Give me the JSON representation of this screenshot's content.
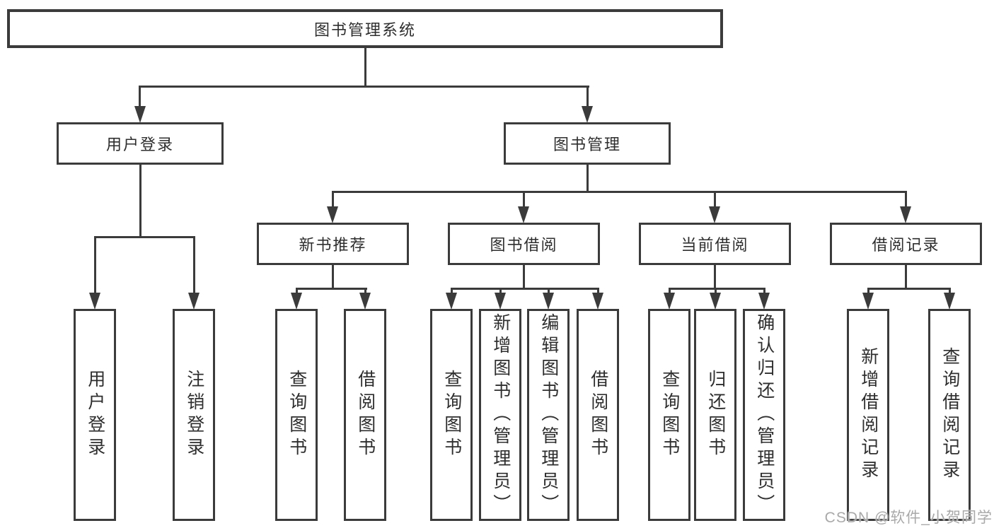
{
  "colors": {
    "line": "#3b3b3b",
    "text": "#2e2e2e",
    "watermark": "#a9a9a9",
    "background": "#ffffff"
  },
  "diagram": {
    "root": {
      "label": "图书管理系统"
    },
    "user_login": {
      "label": "用户登录",
      "children": [
        {
          "label": "用户登录"
        },
        {
          "label": "注销登录"
        }
      ]
    },
    "book_management": {
      "label": "图书管理",
      "groups": [
        {
          "label": "新书推荐",
          "children": [
            {
              "label": "查询图书"
            },
            {
              "label": "借阅图书"
            }
          ]
        },
        {
          "label": "图书借阅",
          "children": [
            {
              "label": "查询图书"
            },
            {
              "label": "新增图书（管理员）"
            },
            {
              "label": "编辑图书（管理员）"
            },
            {
              "label": "借阅图书"
            }
          ]
        },
        {
          "label": "当前借阅",
          "children": [
            {
              "label": "查询图书"
            },
            {
              "label": "归还图书"
            },
            {
              "label": "确认归还（管理员）"
            }
          ]
        },
        {
          "label": "借阅记录",
          "children": [
            {
              "label": "新增借阅记录"
            },
            {
              "label": "查询借阅记录"
            }
          ]
        }
      ]
    }
  },
  "watermark": {
    "text": "CSDN @软件_小贺同学"
  }
}
